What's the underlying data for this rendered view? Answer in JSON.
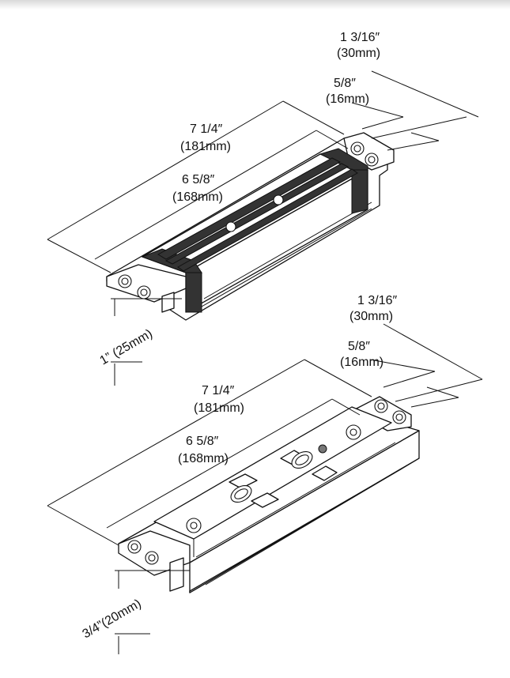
{
  "top_view": {
    "overall_width": "1 3/16″",
    "overall_width_mm": "(30mm)",
    "inner_width": "5/8″",
    "inner_width_mm": "(16mm)",
    "overall_length": "7 1/4″",
    "overall_length_mm": "(181mm)",
    "inner_length": "6 5/8″",
    "inner_length_mm": "(168mm)",
    "height": "1” (25mm)"
  },
  "bottom_view": {
    "overall_width": "1 3/16″",
    "overall_width_mm": "(30mm)",
    "inner_width": "5/8″",
    "inner_width_mm": "(16mm)",
    "overall_length": "7 1/4″",
    "overall_length_mm": "(181mm)",
    "inner_length": "6 5/8″",
    "inner_length_mm": "(168mm)",
    "height": "3/4”(20mm)"
  }
}
